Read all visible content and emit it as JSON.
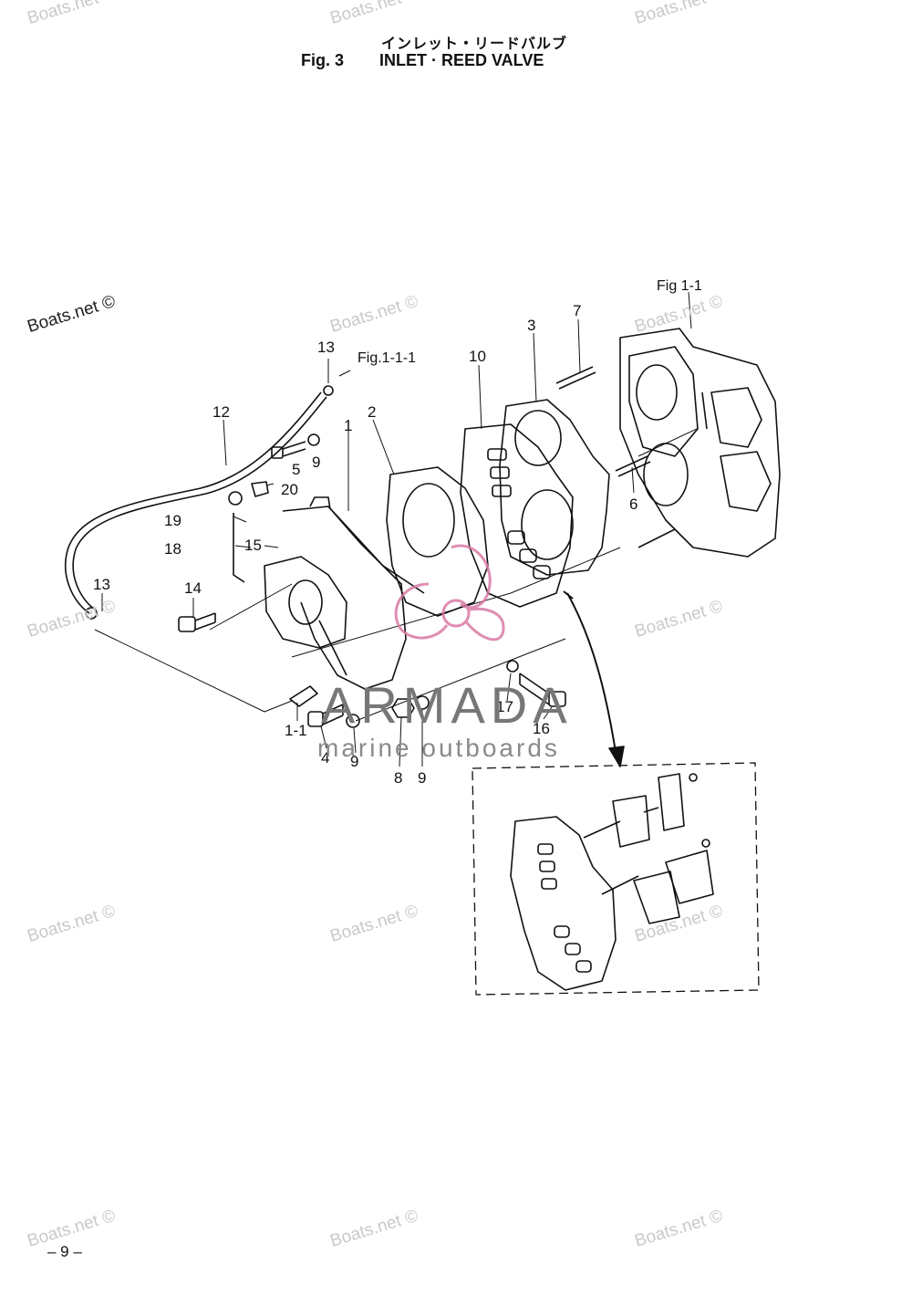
{
  "header": {
    "title_jp": "インレット・リードバルブ",
    "fig_no": "Fig. 3",
    "title": "INLET · REED VALVE"
  },
  "references": {
    "fig_1_1": "Fig 1-1",
    "fig_1_1_1": "Fig.1-1-1"
  },
  "callouts": [
    "1",
    "2",
    "3",
    "4",
    "5",
    "6",
    "7",
    "8",
    "9",
    "10",
    "12",
    "13",
    "14",
    "15",
    "16",
    "17",
    "18",
    "19",
    "20",
    "1-1"
  ],
  "callout_labels": {
    "c1": "1",
    "c2": "2",
    "c3": "3",
    "c4": "4",
    "c5": "5",
    "c6": "6",
    "c7": "7",
    "c8": "8",
    "c9a": "9",
    "c9b": "9",
    "c9c": "9",
    "c10": "10",
    "c12": "12",
    "c13a": "13",
    "c13b": "13",
    "c14": "14",
    "c15": "15",
    "c16": "16",
    "c17": "17",
    "c18": "18",
    "c19": "19",
    "c20": "20",
    "c1_1": "1-1"
  },
  "watermark": {
    "text": "Boats.net",
    "text_copyright": "Boats.net ©",
    "brand": "ARMADA",
    "brand_sub": "marine outboards"
  },
  "footer": {
    "page_no": "– 9 –"
  },
  "colors": {
    "line": "#111111",
    "watermark": "#c9c9c9",
    "brand_pink": "#d97aa3",
    "brand_gray": "#777777"
  }
}
